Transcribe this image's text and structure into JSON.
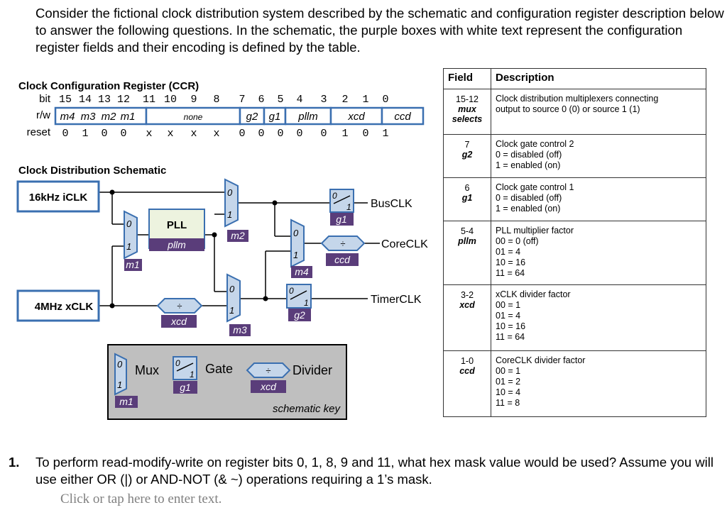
{
  "intro": "Consider the fictional clock distribution system described by the schematic and configuration register description below to answer the following questions. In the schematic, the purple boxes with white text represent the configuration register fields and their encoding is defined by the table.",
  "register": {
    "title": "Clock Configuration Register (CCR)",
    "bit_label": "bit",
    "bits": [
      "15",
      "14",
      "13",
      "12",
      "11",
      "10",
      "9",
      "8",
      "7",
      "6",
      "5",
      "4",
      "3",
      "2",
      "1",
      "0"
    ],
    "rw_label": "r/w",
    "fields": [
      "m4",
      "m3",
      "m2",
      "m1",
      "none",
      "g2",
      "g1",
      "pllm",
      "xcd",
      "ccd"
    ],
    "reset_label": "reset",
    "reset": [
      "0",
      "1",
      "0",
      "0",
      "x",
      "x",
      "x",
      "x",
      "0",
      "0",
      "0",
      "0",
      "0",
      "1",
      "0",
      "1"
    ]
  },
  "schematic": {
    "title": "Clock Distribution Schematic",
    "iclk": "16kHz iCLK",
    "xclk": "4MHz xCLK",
    "pll": "PLL",
    "pllm": "pllm",
    "m1": "m1",
    "m2": "m2",
    "m3": "m3",
    "m4": "m4",
    "xcd": "xcd",
    "ccd": "ccd",
    "g1": "g1",
    "g2": "g2",
    "in0": "0",
    "in1": "1",
    "div_symbol": "÷",
    "outputs": [
      "BusCLK",
      "CoreCLK",
      "TimerCLK"
    ],
    "colors": {
      "blue": "#3a6fb0",
      "purple": "#5a3d7a",
      "shape_fill": "#c5d6ea",
      "pll_fill": "#edf3df",
      "key_bg": "#bfbfbf"
    }
  },
  "key": {
    "mux": "Mux",
    "gate": "Gate",
    "divider": "Divider",
    "m1": "m1",
    "g1": "g1",
    "xcd": "xcd",
    "caption": "schematic key"
  },
  "table": {
    "headers": [
      "Field",
      "Description"
    ],
    "rows": [
      {
        "bits": "15-12",
        "names": [
          "mux",
          "selects"
        ],
        "desc": [
          "Clock distribution multiplexers connecting",
          "output to source 0 (0) or source 1 (1)"
        ]
      },
      {
        "bits": "7",
        "names": [
          "g2"
        ],
        "desc": [
          "Clock gate control 2",
          "0 = disabled (off)",
          "1 = enabled (on)"
        ]
      },
      {
        "bits": "6",
        "names": [
          "g1"
        ],
        "desc": [
          "Clock gate control 1",
          "0 = disabled (off)",
          "1 = enabled (on)"
        ]
      },
      {
        "bits": "5-4",
        "names": [
          "pllm"
        ],
        "desc": [
          "PLL multiplier factor",
          "00 = 0 (off)",
          "01 = 4",
          "10 = 16",
          "11 = 64"
        ]
      },
      {
        "bits": "3-2",
        "names": [
          "xcd"
        ],
        "desc": [
          "xCLK divider factor",
          "00 = 1",
          "01 = 4",
          "10 = 16",
          "11 = 64"
        ]
      },
      {
        "bits": "1-0",
        "names": [
          "ccd"
        ],
        "desc": [
          "CoreCLK divider factor",
          "00 = 1",
          "01 = 2",
          "10 = 4",
          "11 = 8"
        ]
      }
    ]
  },
  "question": {
    "number": "1.",
    "text": "To perform read-modify-write on register bits 0, 1, 8, 9 and 11, what hex mask value would be used? Assume you will use either OR (|) or AND-NOT (& ~) operations requiring a 1’s mask.",
    "answer_placeholder": "Click or tap here to enter text."
  }
}
